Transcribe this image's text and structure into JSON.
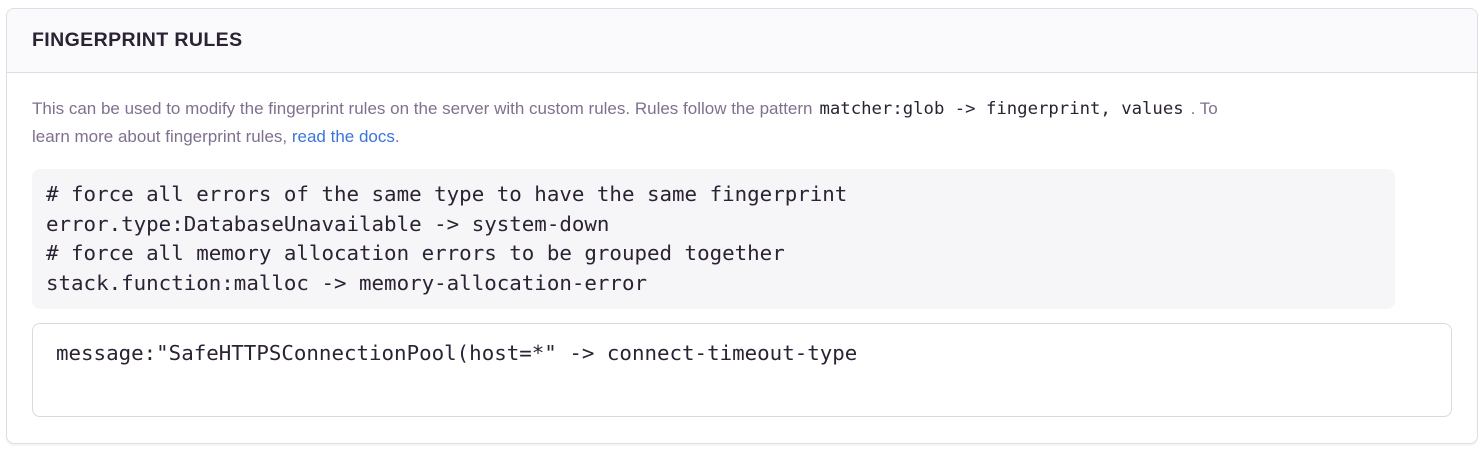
{
  "panel": {
    "header": {
      "title": "FINGERPRINT RULES"
    },
    "description": {
      "text_before_code": "This can be used to modify the fingerprint rules on the server with custom rules. Rules follow the pattern",
      "inline_code": "matcher:glob -> fingerprint, values",
      "text_after_code": ". To",
      "line2_text": "learn more about fingerprint rules, ",
      "link_label": "read the docs",
      "line2_suffix": "."
    },
    "code_example": {
      "lines": [
        "# force all errors of the same type to have the same fingerprint",
        "error.type:DatabaseUnavailable -> system-down",
        "# force all memory allocation errors to be grouped together",
        "stack.function:malloc -> memory-allocation-error"
      ]
    },
    "rules_input": {
      "value": "message:\"SafeHTTPSConnectionPool(host=*\" -> connect-timeout-type"
    }
  },
  "colors": {
    "header_bg": "#faf9fb",
    "panel_border": "#e0dce5",
    "title_text": "#2b2233",
    "body_text": "#80708f",
    "code_text": "#2b2233",
    "code_block_bg": "#f6f5f8",
    "link_blue": "#3c74dd"
  }
}
